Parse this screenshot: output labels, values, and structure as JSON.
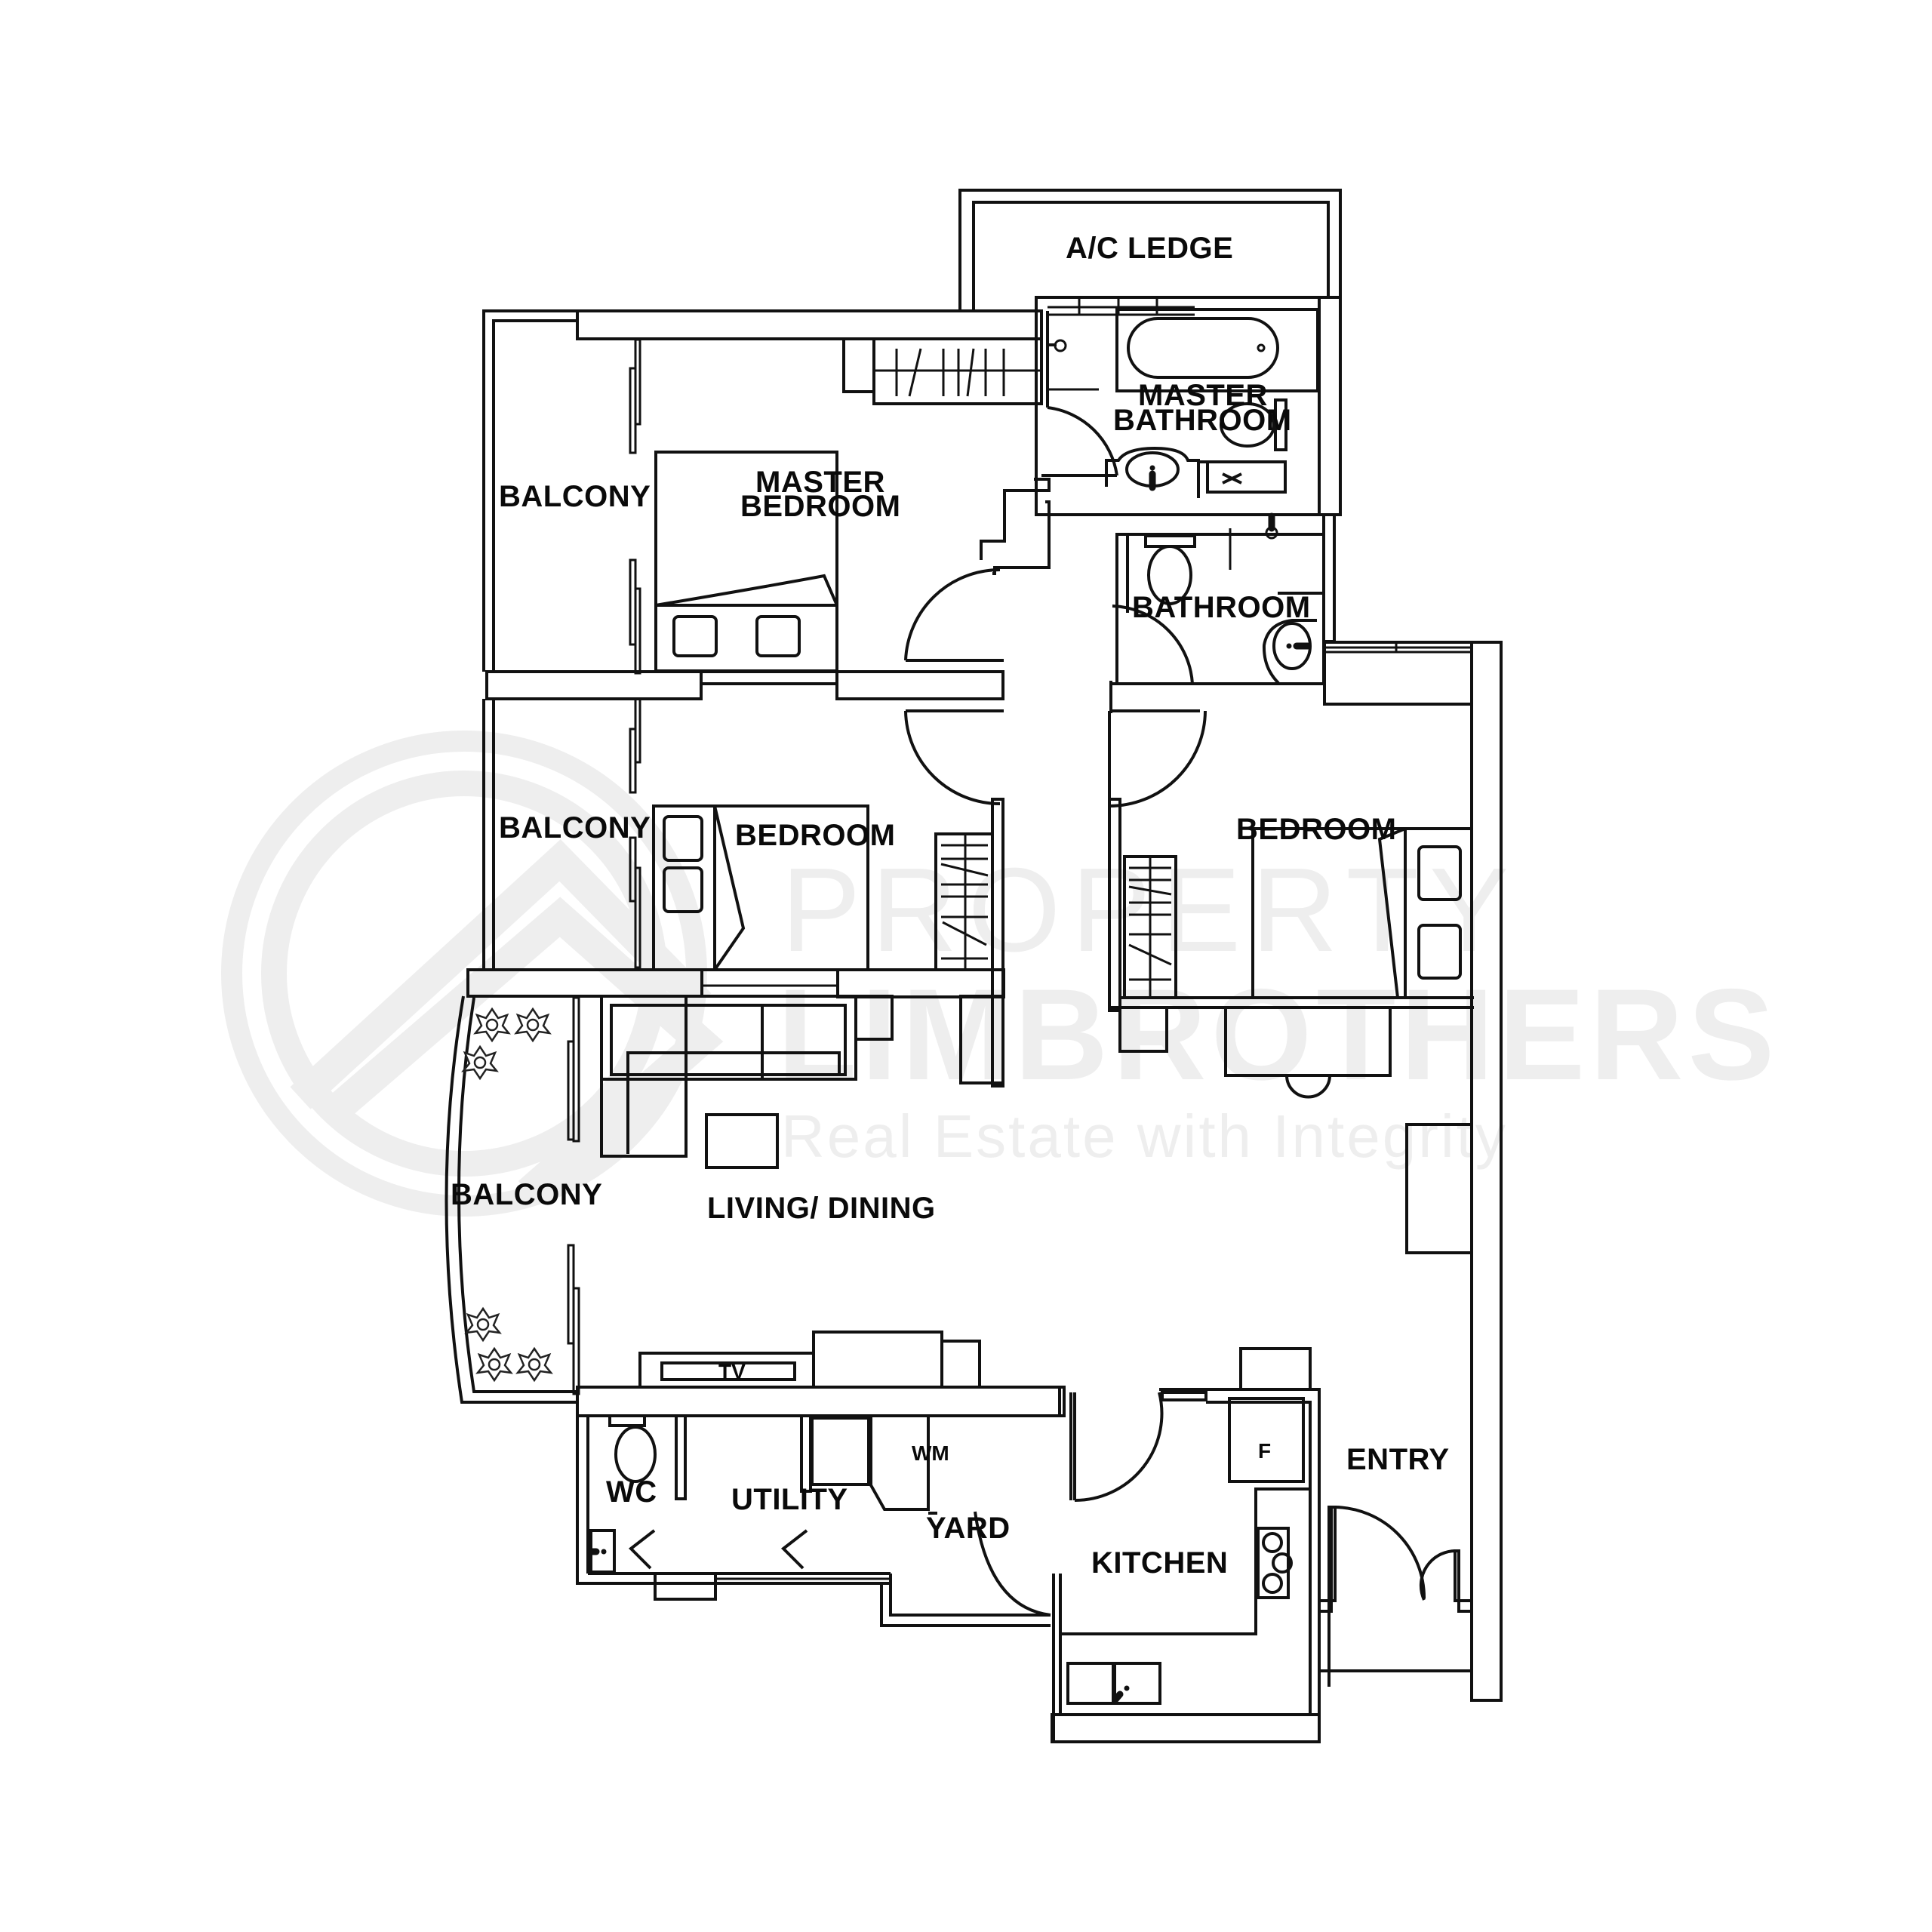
{
  "plan": {
    "type": "residential floor plan",
    "rooms": [
      {
        "id": "ac_ledge",
        "label": "A/C LEDGE"
      },
      {
        "id": "master_bathroom",
        "label_line1": "MASTER",
        "label_line2": "BATHROOM"
      },
      {
        "id": "master_bedroom",
        "label_line1": "MASTER",
        "label_line2": "BEDROOM"
      },
      {
        "id": "balcony_top",
        "label": "BALCONY"
      },
      {
        "id": "bathroom",
        "label": "BATHROOM"
      },
      {
        "id": "balcony_mid",
        "label": "BALCONY"
      },
      {
        "id": "bedroom_left",
        "label": "BEDROOM"
      },
      {
        "id": "bedroom_right",
        "label": "BEDROOM"
      },
      {
        "id": "balcony_living",
        "label": "BALCONY"
      },
      {
        "id": "living_dining",
        "label": "LIVING/ DINING"
      },
      {
        "id": "wc",
        "label": "WC"
      },
      {
        "id": "utility",
        "label": "UTILITY"
      },
      {
        "id": "yard",
        "label": "YARD"
      },
      {
        "id": "kitchen",
        "label": "KITCHEN"
      },
      {
        "id": "entry",
        "label": "ENTRY"
      }
    ],
    "fixtures": {
      "tv": "TV",
      "washing_machine": "WM",
      "fridge": "F"
    }
  },
  "watermark": {
    "line1": "PROPERTY",
    "line2": "LIMBROTHERS",
    "tagline": "Real Estate with Integrity",
    "color": "#eeeeee"
  },
  "colors": {
    "line": "#111111",
    "background": "#ffffff"
  }
}
